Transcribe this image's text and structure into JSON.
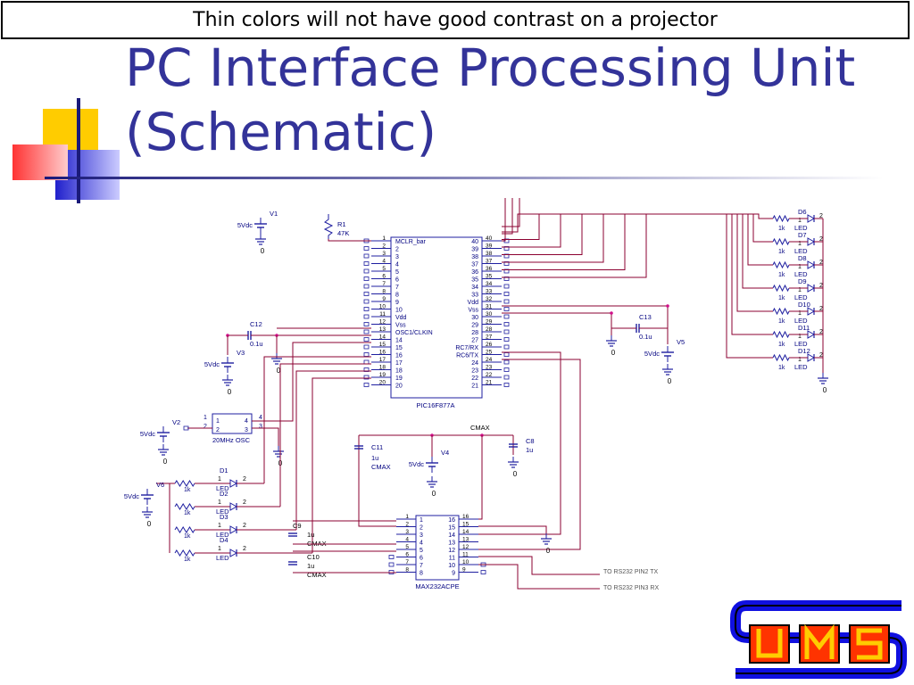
{
  "note": "Thin colors will not have good contrast on a projector",
  "title": {
    "line1": "PC Interface Processing Unit",
    "line2": "(Schematic)"
  },
  "schematic": {
    "pic": {
      "name": "PIC16F877A",
      "pin_labels_left": [
        "MCLR_bar",
        "2",
        "3",
        "4",
        "5",
        "6",
        "7",
        "8",
        "9",
        "10",
        "Vdd",
        "Vss",
        "OSC1/CLKIN",
        "14",
        "15",
        "16",
        "17",
        "18",
        "19",
        "20"
      ],
      "pin_labels_right": [
        "40",
        "39",
        "38",
        "37",
        "36",
        "35",
        "34",
        "33",
        "Vdd",
        "Vss",
        "30",
        "29",
        "28",
        "27",
        "RC7/RX",
        "RC6/TX",
        "24",
        "23",
        "22",
        "21"
      ],
      "pin_numbers_left": [
        "1",
        "2",
        "3",
        "4",
        "5",
        "6",
        "7",
        "8",
        "9",
        "10",
        "11",
        "12",
        "13",
        "14",
        "15",
        "16",
        "17",
        "18",
        "19",
        "20"
      ],
      "pin_numbers_right": [
        "40",
        "39",
        "38",
        "37",
        "36",
        "35",
        "34",
        "33",
        "32",
        "31",
        "30",
        "29",
        "28",
        "27",
        "26",
        "25",
        "24",
        "23",
        "22",
        "21"
      ]
    },
    "max": {
      "name": "MAX232ACPE",
      "left_labels": [
        "1",
        "2",
        "3",
        "4",
        "5",
        "6",
        "7",
        "8"
      ],
      "right_labels": [
        "16",
        "15",
        "14",
        "13",
        "12",
        "11",
        "10",
        "9"
      ],
      "pin_numbers_left": [
        "1",
        "2",
        "3",
        "4",
        "5",
        "6",
        "7",
        "8"
      ],
      "pin_numbers_right": [
        "16",
        "15",
        "14",
        "13",
        "12",
        "11",
        "10",
        "9"
      ]
    },
    "osc": {
      "name": "20MHz OSC",
      "pins": [
        "1",
        "2",
        "3",
        "4"
      ],
      "inner": [
        "1",
        "2",
        "3",
        "4"
      ]
    },
    "r1": {
      "name": "R1",
      "value": "47K"
    },
    "sources": [
      {
        "name": "V1",
        "value": "5Vdc"
      },
      {
        "name": "V2",
        "value": "5Vdc"
      },
      {
        "name": "V3",
        "value": "5Vdc"
      },
      {
        "name": "V4",
        "value": "5Vdc"
      },
      {
        "name": "V5",
        "value": "5Vdc"
      },
      {
        "name": "V6",
        "value": "5Vdc"
      }
    ],
    "caps": [
      {
        "name": "C12",
        "value": "0.1u"
      },
      {
        "name": "C13",
        "value": "0.1u"
      },
      {
        "name": "C11",
        "value": "1u",
        "extra": "CMAX"
      },
      {
        "name": "C8",
        "value": "1u"
      },
      {
        "name": "C9",
        "value": "1u",
        "extra": "CMAX"
      },
      {
        "name": "C10",
        "value": "1u",
        "extra": "CMAX"
      }
    ],
    "cmax_label": "CMAX",
    "ground": "0",
    "resistor_value": "1k",
    "led": "LED",
    "left_leds": [
      "D1",
      "D2",
      "D3",
      "D4"
    ],
    "right_leds": [
      "D6",
      "D7",
      "D8",
      "D9",
      "D10",
      "D11",
      "D12"
    ],
    "diode_pins": [
      "1",
      "2"
    ],
    "rs232": [
      "TO RS232 PIN2 TX",
      "TO RS232 PIN3 RX"
    ]
  },
  "logo": {
    "letters": [
      "U",
      "M",
      "S"
    ]
  },
  "colors": {
    "title": "#333399",
    "wire": "#8b0030",
    "part": "#1f1fa0",
    "label": "#000080"
  }
}
